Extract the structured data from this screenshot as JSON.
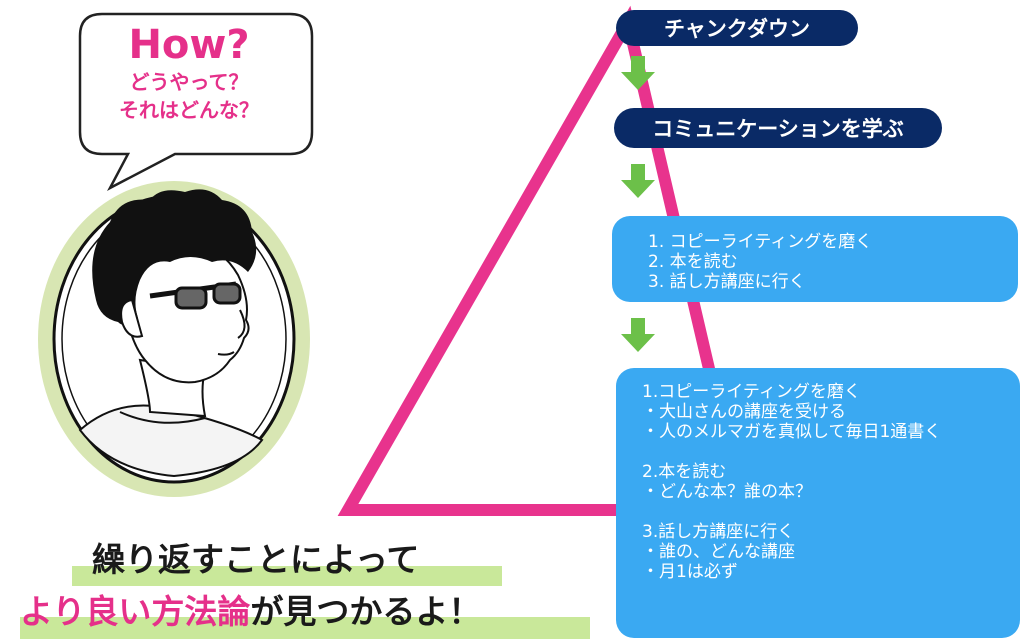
{
  "colors": {
    "triangle": "#e8338d",
    "arrow": "#6cc049",
    "navy": "#0a2a66",
    "sky": "#3aa9f2",
    "pink_text": "#e5308a",
    "highlight": "#c9e89a",
    "portrait_ring": "#d8e6b3"
  },
  "bubble": {
    "title": "How?",
    "line1": "どうやって？",
    "line2": "それはどんな？"
  },
  "steps": {
    "chunk_down": "チャンクダウン",
    "goal": "コミュニケーションを学ぶ",
    "level1": "1. コピーライティングを磨く\n2. 本を読む\n3. 話し方講座に行く",
    "level2": "1.コピーライティングを磨く\n・大山さんの講座を受ける\n・人のメルマガを真似して毎日1通書く\n\n2.本を読む\n・どんな本？誰の本？\n\n3.話し方講座に行く\n・誰の、どんな講座\n・月1は必ず"
  },
  "caption": {
    "line1": "繰り返すことによって",
    "line2_highlight": "より良い方法論",
    "line2_rest": "が見つかるよ！"
  },
  "icons": {
    "portrait": "person-with-glasses-illustration",
    "arrow": "down-arrow-icon"
  }
}
